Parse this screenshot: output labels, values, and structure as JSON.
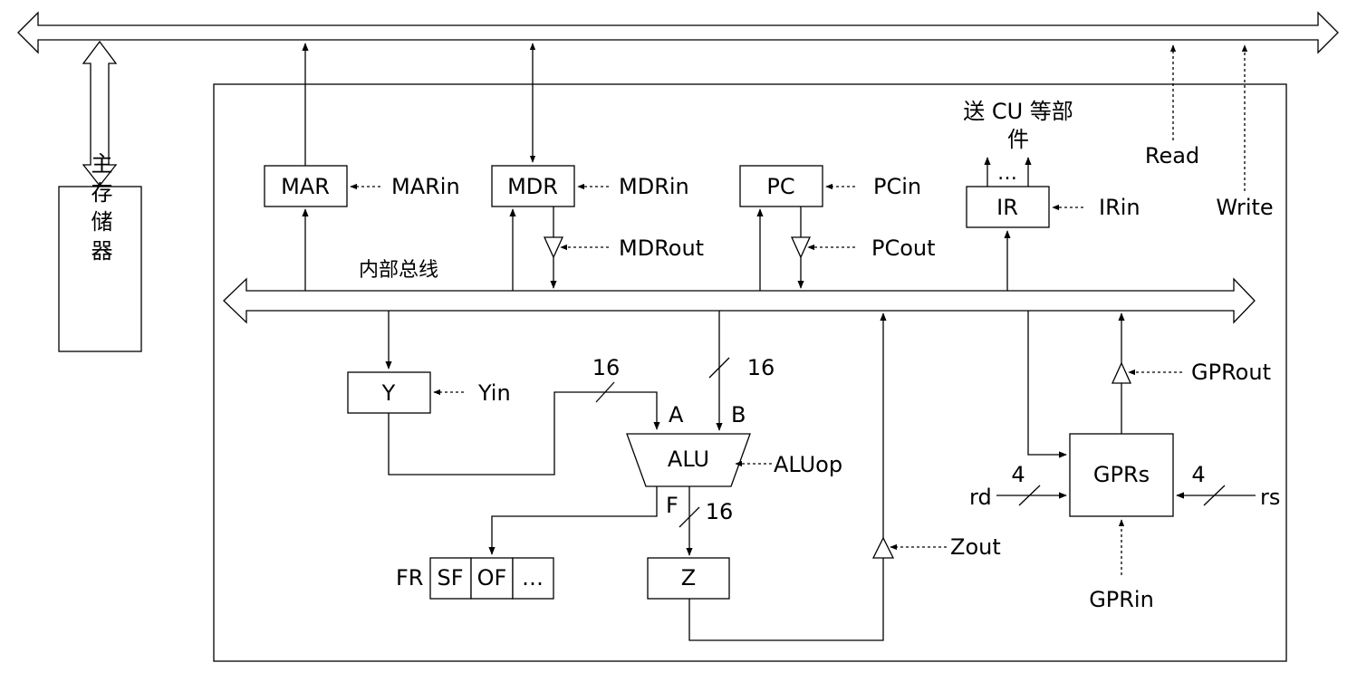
{
  "memory": {
    "label": "主存储器"
  },
  "internal_bus": {
    "label": "内部总线"
  },
  "registers": {
    "mar": "MAR",
    "mdr": "MDR",
    "pc": "PC",
    "ir": "IR",
    "y": "Y",
    "z": "Z",
    "gprs": "GPRs",
    "alu": "ALU"
  },
  "signals": {
    "marin": "MARin",
    "mdrin": "MDRin",
    "mdrout": "MDRout",
    "pcin": "PCin",
    "pcout": "PCout",
    "irin": "IRin",
    "yin": "Yin",
    "zout": "Zout",
    "aluop": "ALUop",
    "gprout": "GPRout",
    "gprin": "GPRin",
    "read": "Read",
    "write": "Write",
    "rd": "rd",
    "rs": "rs"
  },
  "cu_note": {
    "line1": "送 CU 等部",
    "line2": "件",
    "dots": "…"
  },
  "alu_ports": {
    "a": "A",
    "b": "B",
    "f": "F"
  },
  "bus_widths": {
    "a": "16",
    "b": "16",
    "f": "16",
    "rd": "4",
    "rs": "4"
  },
  "flags": {
    "label": "FR",
    "cells": [
      "SF",
      "OF",
      "…"
    ]
  }
}
